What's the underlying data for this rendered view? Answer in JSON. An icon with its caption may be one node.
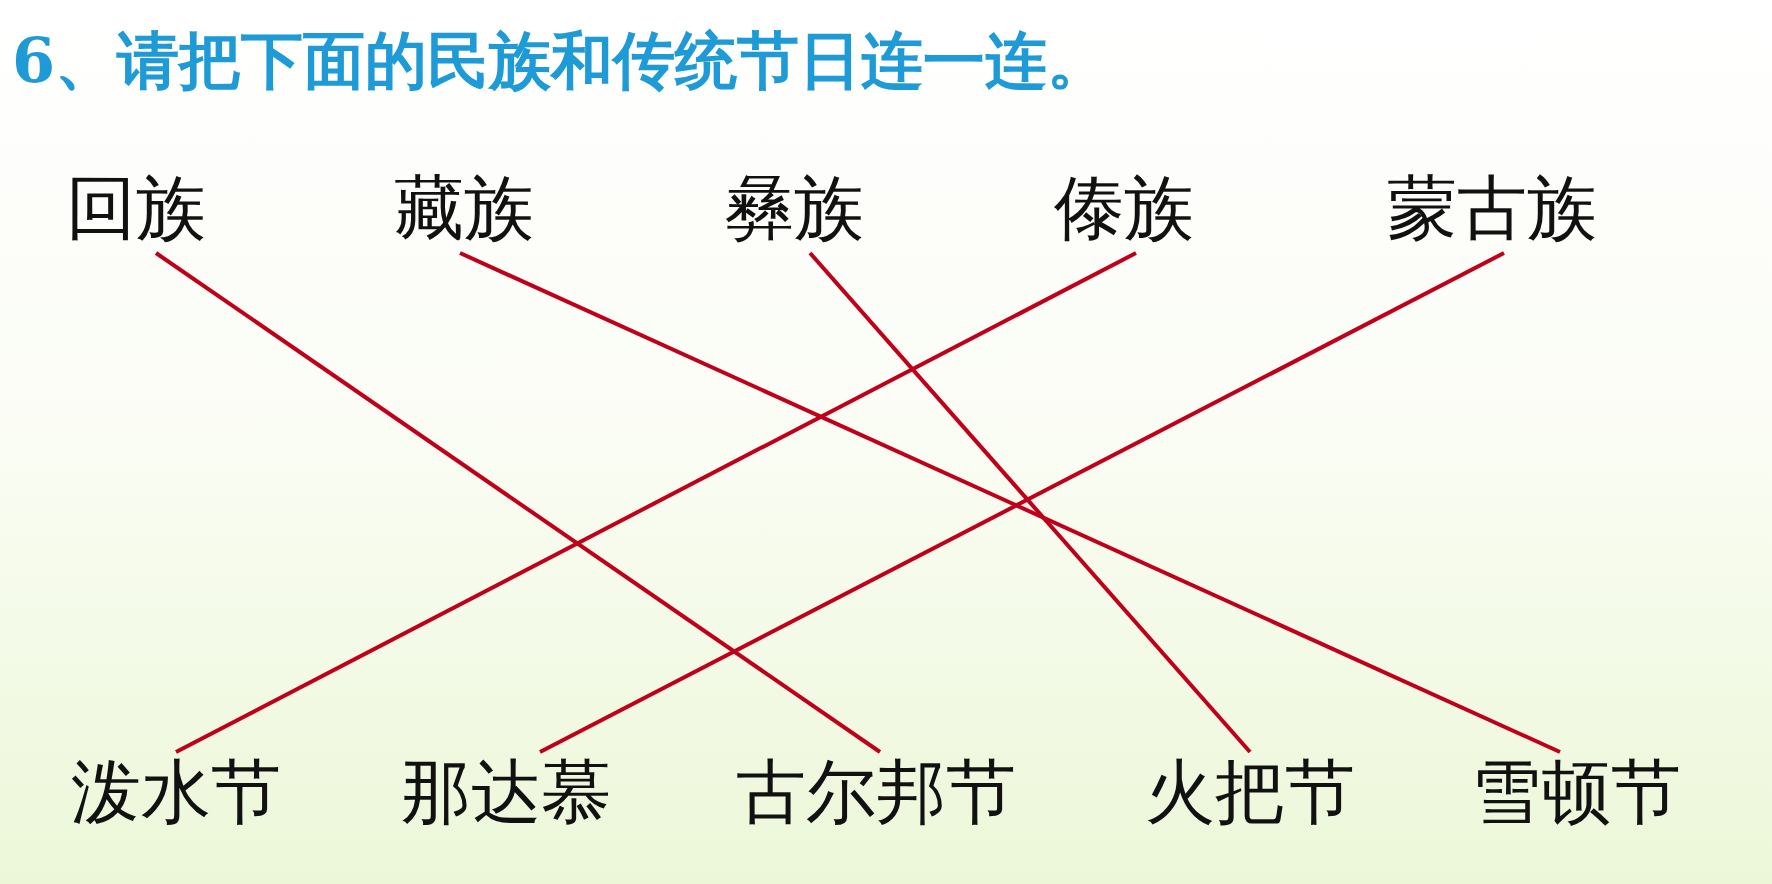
{
  "diagram": {
    "title": "6、请把下面的民族和传统节日连一连。",
    "nodes": [
      {
        "text": [
          "回族"
        ]
      },
      {
        "text": [
          "藏族"
        ]
      },
      {
        "text": [
          "彝族"
        ]
      },
      {
        "text": [
          "傣族"
        ]
      },
      {
        "text": [
          "蒙古族"
        ]
      },
      {
        "text": [
          "泼水节"
        ]
      },
      {
        "text": [
          "那达慕"
        ]
      },
      {
        "text": [
          "古尔邦节"
        ]
      },
      {
        "text": [
          "火把节"
        ]
      },
      {
        "text": [
          "雪顿节"
        ]
      }
    ],
    "edges": [
      {
        "from": 0,
        "to": 7,
        "arrow": "none"
      },
      {
        "from": 1,
        "to": 9,
        "arrow": "none"
      },
      {
        "from": 2,
        "to": 8,
        "arrow": "none"
      },
      {
        "from": 3,
        "to": 5,
        "arrow": "none"
      },
      {
        "from": 4,
        "to": 6,
        "arrow": "none"
      }
    ]
  }
}
